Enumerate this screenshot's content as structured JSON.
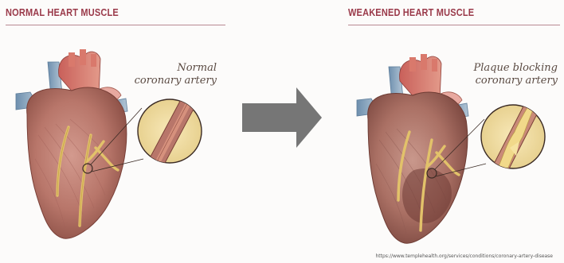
{
  "left_panel": {
    "title": "NORMAL HEART MUSCLE",
    "callout": [
      "Normal",
      "coronary artery"
    ]
  },
  "right_panel": {
    "title": "WEAKENED HEART MUSCLE",
    "callout": [
      "Plaque blocking",
      "coronary artery"
    ]
  },
  "source_url": "https://www.templehealth.org/services/conditions/coronary-artery-disease",
  "colors": {
    "title_red": "#9a3a4a",
    "arrow_gray": "#767676",
    "muscle": "#b8766a",
    "vessel_blue": "#8da9c0",
    "artery_yellow": "#e2c26a"
  }
}
